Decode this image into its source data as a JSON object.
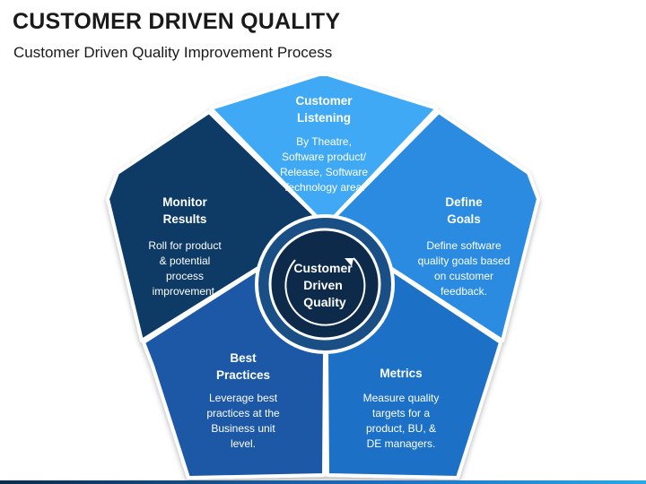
{
  "title": "CUSTOMER DRIVEN QUALITY",
  "subtitle": "Customer Driven Quality Improvement Process",
  "hub": {
    "lines": [
      "Customer",
      "Driven",
      "Quality"
    ]
  },
  "segments": [
    {
      "id": "customer-listening",
      "color": "#3fa9f5",
      "title": [
        "Customer",
        "Listening"
      ],
      "body": [
        "By Theatre,",
        "Software product/",
        "Release, Software",
        "Technology area."
      ]
    },
    {
      "id": "define-goals",
      "color": "#2a8be0",
      "title": [
        "Define",
        "Goals"
      ],
      "body": [
        "Define software",
        "quality goals based",
        "on customer",
        "feedback."
      ]
    },
    {
      "id": "metrics",
      "color": "#1f6fc6",
      "title": [
        "Metrics"
      ],
      "body": [
        "Measure quality",
        "targets for a",
        "product, BU, &",
        "DE managers."
      ]
    },
    {
      "id": "best-practices",
      "color": "#1a59a6",
      "title": [
        "Best",
        "Practices"
      ],
      "body": [
        "Leverage best",
        "practices at the",
        "Business unit",
        "level."
      ]
    },
    {
      "id": "monitor-results",
      "color": "#0f3b66",
      "title": [
        "Monitor",
        "Results"
      ],
      "body": [
        "Roll for product",
        "& potential",
        "process",
        "improvement."
      ]
    }
  ],
  "colors": {
    "hub_ring": "#1a4f86",
    "hub_core": "#0d2a4a"
  }
}
